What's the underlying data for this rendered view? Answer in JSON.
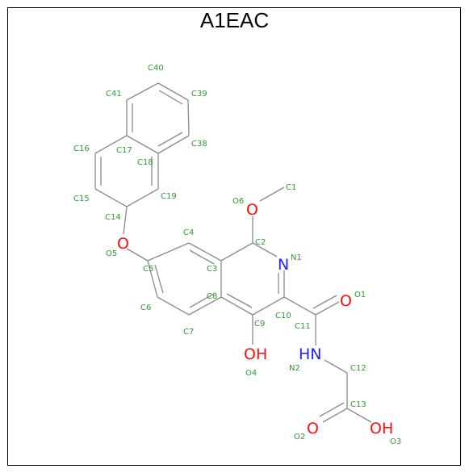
{
  "title": "A1EAC",
  "colors": {
    "atom_label": "#2e9a2e",
    "oxygen": "#ff0d0d",
    "nitrogen": "#2020ff",
    "bond": "#8a8a8a"
  },
  "hetero_atoms": {
    "o5": "O",
    "o6": "O",
    "n1": "N",
    "o1": "O",
    "oh4": "OH",
    "hn2": "HN",
    "o2": "O",
    "oh3": "OH"
  },
  "atom_labels": {
    "c40": "C40",
    "c41": "C41",
    "c39": "C39",
    "c16": "C16",
    "c17": "C17",
    "c38": "C38",
    "c18": "C18",
    "c15": "C15",
    "c19": "C19",
    "c14": "C14",
    "o5": "O5",
    "o6": "O6",
    "c1": "C1",
    "c4": "C4",
    "c2": "C2",
    "n1": "N1",
    "c5": "C5",
    "c3": "C3",
    "o1": "O1",
    "c6": "C6",
    "c8": "C8",
    "c10": "C10",
    "c11": "C11",
    "c9": "C9",
    "c7": "C7",
    "o4": "O4",
    "n2": "N2",
    "c12": "C12",
    "c13": "C13",
    "o2": "O2",
    "o3": "O3"
  }
}
